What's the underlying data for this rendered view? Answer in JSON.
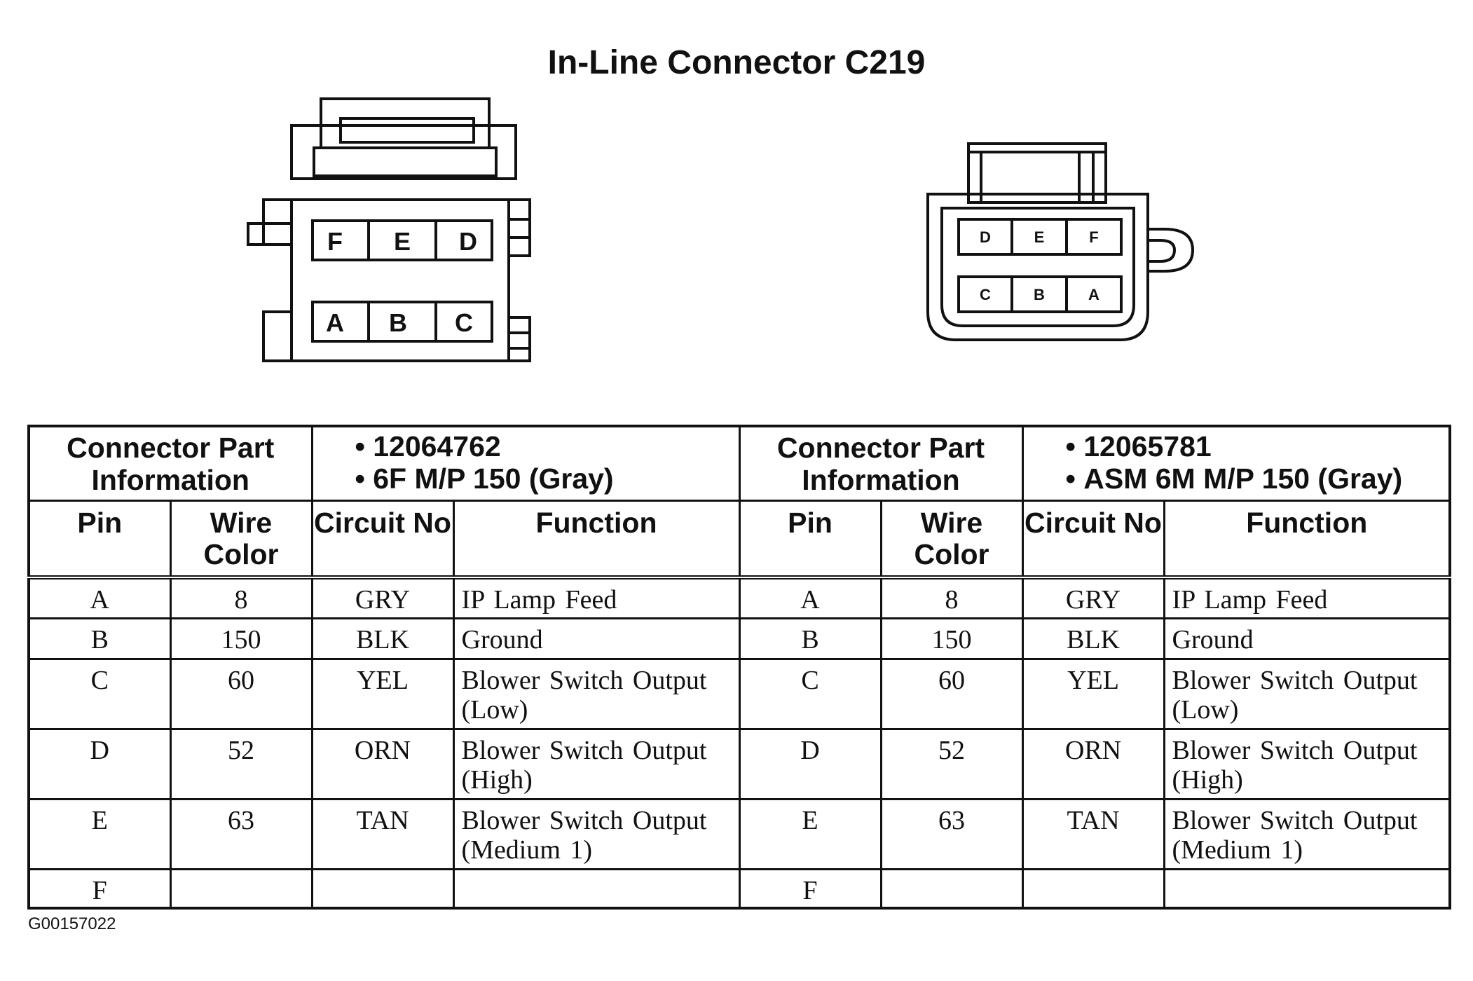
{
  "title": "In-Line Connector C219",
  "left_connector": {
    "pins_top": [
      "F",
      "E",
      "D"
    ],
    "pins_bottom": [
      "A",
      "B",
      "C"
    ]
  },
  "right_connector": {
    "pins_top": [
      "D",
      "E",
      "F"
    ],
    "pins_bottom": [
      "C",
      "B",
      "A"
    ]
  },
  "table": {
    "left": {
      "part_info_label": "Connector Part Information",
      "part_numbers": [
        "12064762",
        "6F M/P 150 (Gray)"
      ],
      "columns": [
        "Pin",
        "Wire Color",
        "Circuit No",
        "Function"
      ],
      "rows": [
        {
          "pin": "A",
          "wire_color": "8",
          "circuit": "GRY",
          "function": "IP Lamp Feed"
        },
        {
          "pin": "B",
          "wire_color": "150",
          "circuit": "BLK",
          "function": "Ground"
        },
        {
          "pin": "C",
          "wire_color": "60",
          "circuit": "YEL",
          "function": "Blower Switch Output (Low)"
        },
        {
          "pin": "D",
          "wire_color": "52",
          "circuit": "ORN",
          "function": "Blower Switch Output (High)"
        },
        {
          "pin": "E",
          "wire_color": "63",
          "circuit": "TAN",
          "function": "Blower Switch Output (Medium 1)"
        },
        {
          "pin": "F",
          "wire_color": "",
          "circuit": "",
          "function": ""
        }
      ]
    },
    "right": {
      "part_info_label": "Connector Part Information",
      "part_numbers": [
        "12065781",
        "ASM 6M M/P 150 (Gray)"
      ],
      "columns": [
        "Pin",
        "Wire Color",
        "Circuit No",
        "Function"
      ],
      "rows": [
        {
          "pin": "A",
          "wire_color": "8",
          "circuit": "GRY",
          "function": "IP Lamp Feed"
        },
        {
          "pin": "B",
          "wire_color": "150",
          "circuit": "BLK",
          "function": "Ground"
        },
        {
          "pin": "C",
          "wire_color": "60",
          "circuit": "YEL",
          "function": "Blower Switch Output (Low)"
        },
        {
          "pin": "D",
          "wire_color": "52",
          "circuit": "ORN",
          "function": "Blower Switch Output (High)"
        },
        {
          "pin": "E",
          "wire_color": "63",
          "circuit": "TAN",
          "function": "Blower Switch Output (Medium 1)"
        },
        {
          "pin": "F",
          "wire_color": "",
          "circuit": "",
          "function": ""
        }
      ]
    }
  },
  "figure_id": "G00157022"
}
